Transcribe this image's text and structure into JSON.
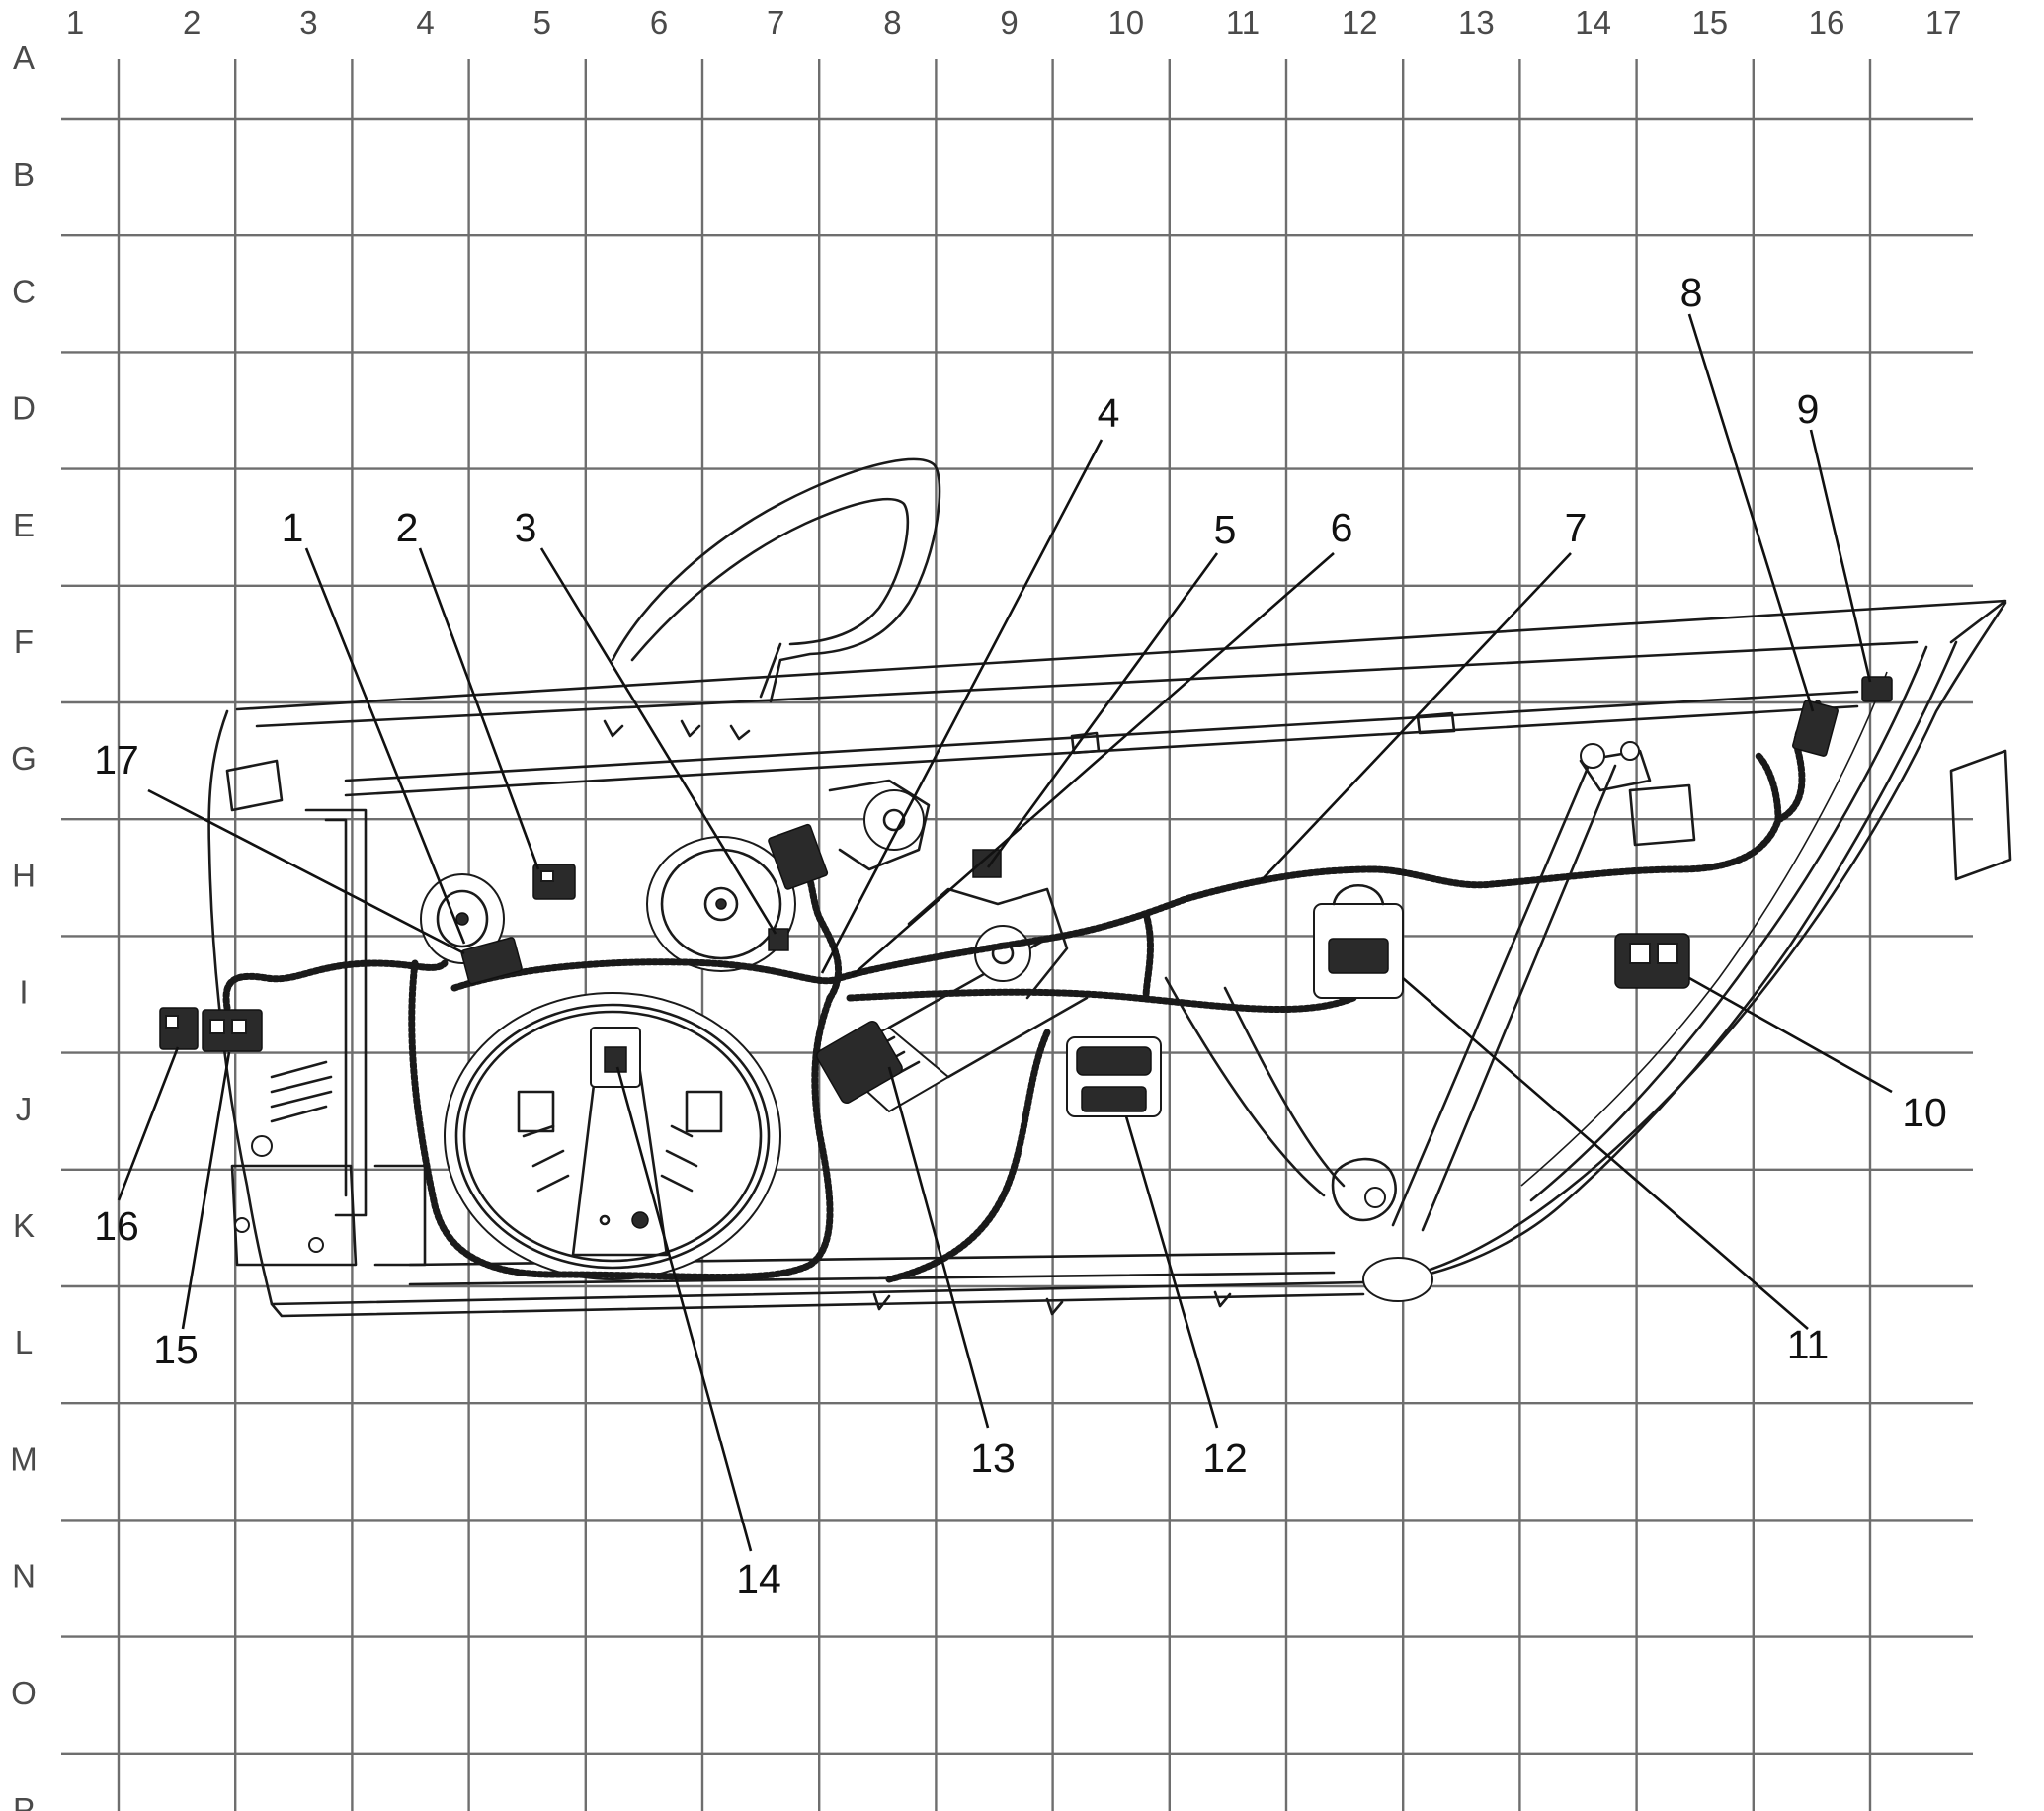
{
  "grid": {
    "columns": [
      "1",
      "2",
      "3",
      "4",
      "5",
      "6",
      "7",
      "8",
      "9",
      "10",
      "11",
      "12",
      "13",
      "14",
      "15",
      "16",
      "17"
    ],
    "rows": [
      "A",
      "B",
      "C",
      "D",
      "E",
      "F",
      "G",
      "H",
      "I",
      "J",
      "K",
      "L",
      "M",
      "N",
      "O",
      "P"
    ]
  },
  "callouts": [
    {
      "id": "1",
      "label": "1"
    },
    {
      "id": "2",
      "label": "2"
    },
    {
      "id": "3",
      "label": "3"
    },
    {
      "id": "4",
      "label": "4"
    },
    {
      "id": "5",
      "label": "5"
    },
    {
      "id": "6",
      "label": "6"
    },
    {
      "id": "7",
      "label": "7"
    },
    {
      "id": "8",
      "label": "8"
    },
    {
      "id": "9",
      "label": "9"
    },
    {
      "id": "10",
      "label": "10"
    },
    {
      "id": "11",
      "label": "11"
    },
    {
      "id": "12",
      "label": "12"
    },
    {
      "id": "13",
      "label": "13"
    },
    {
      "id": "14",
      "label": "14"
    },
    {
      "id": "15",
      "label": "15"
    },
    {
      "id": "16",
      "label": "16"
    },
    {
      "id": "17",
      "label": "17"
    }
  ]
}
